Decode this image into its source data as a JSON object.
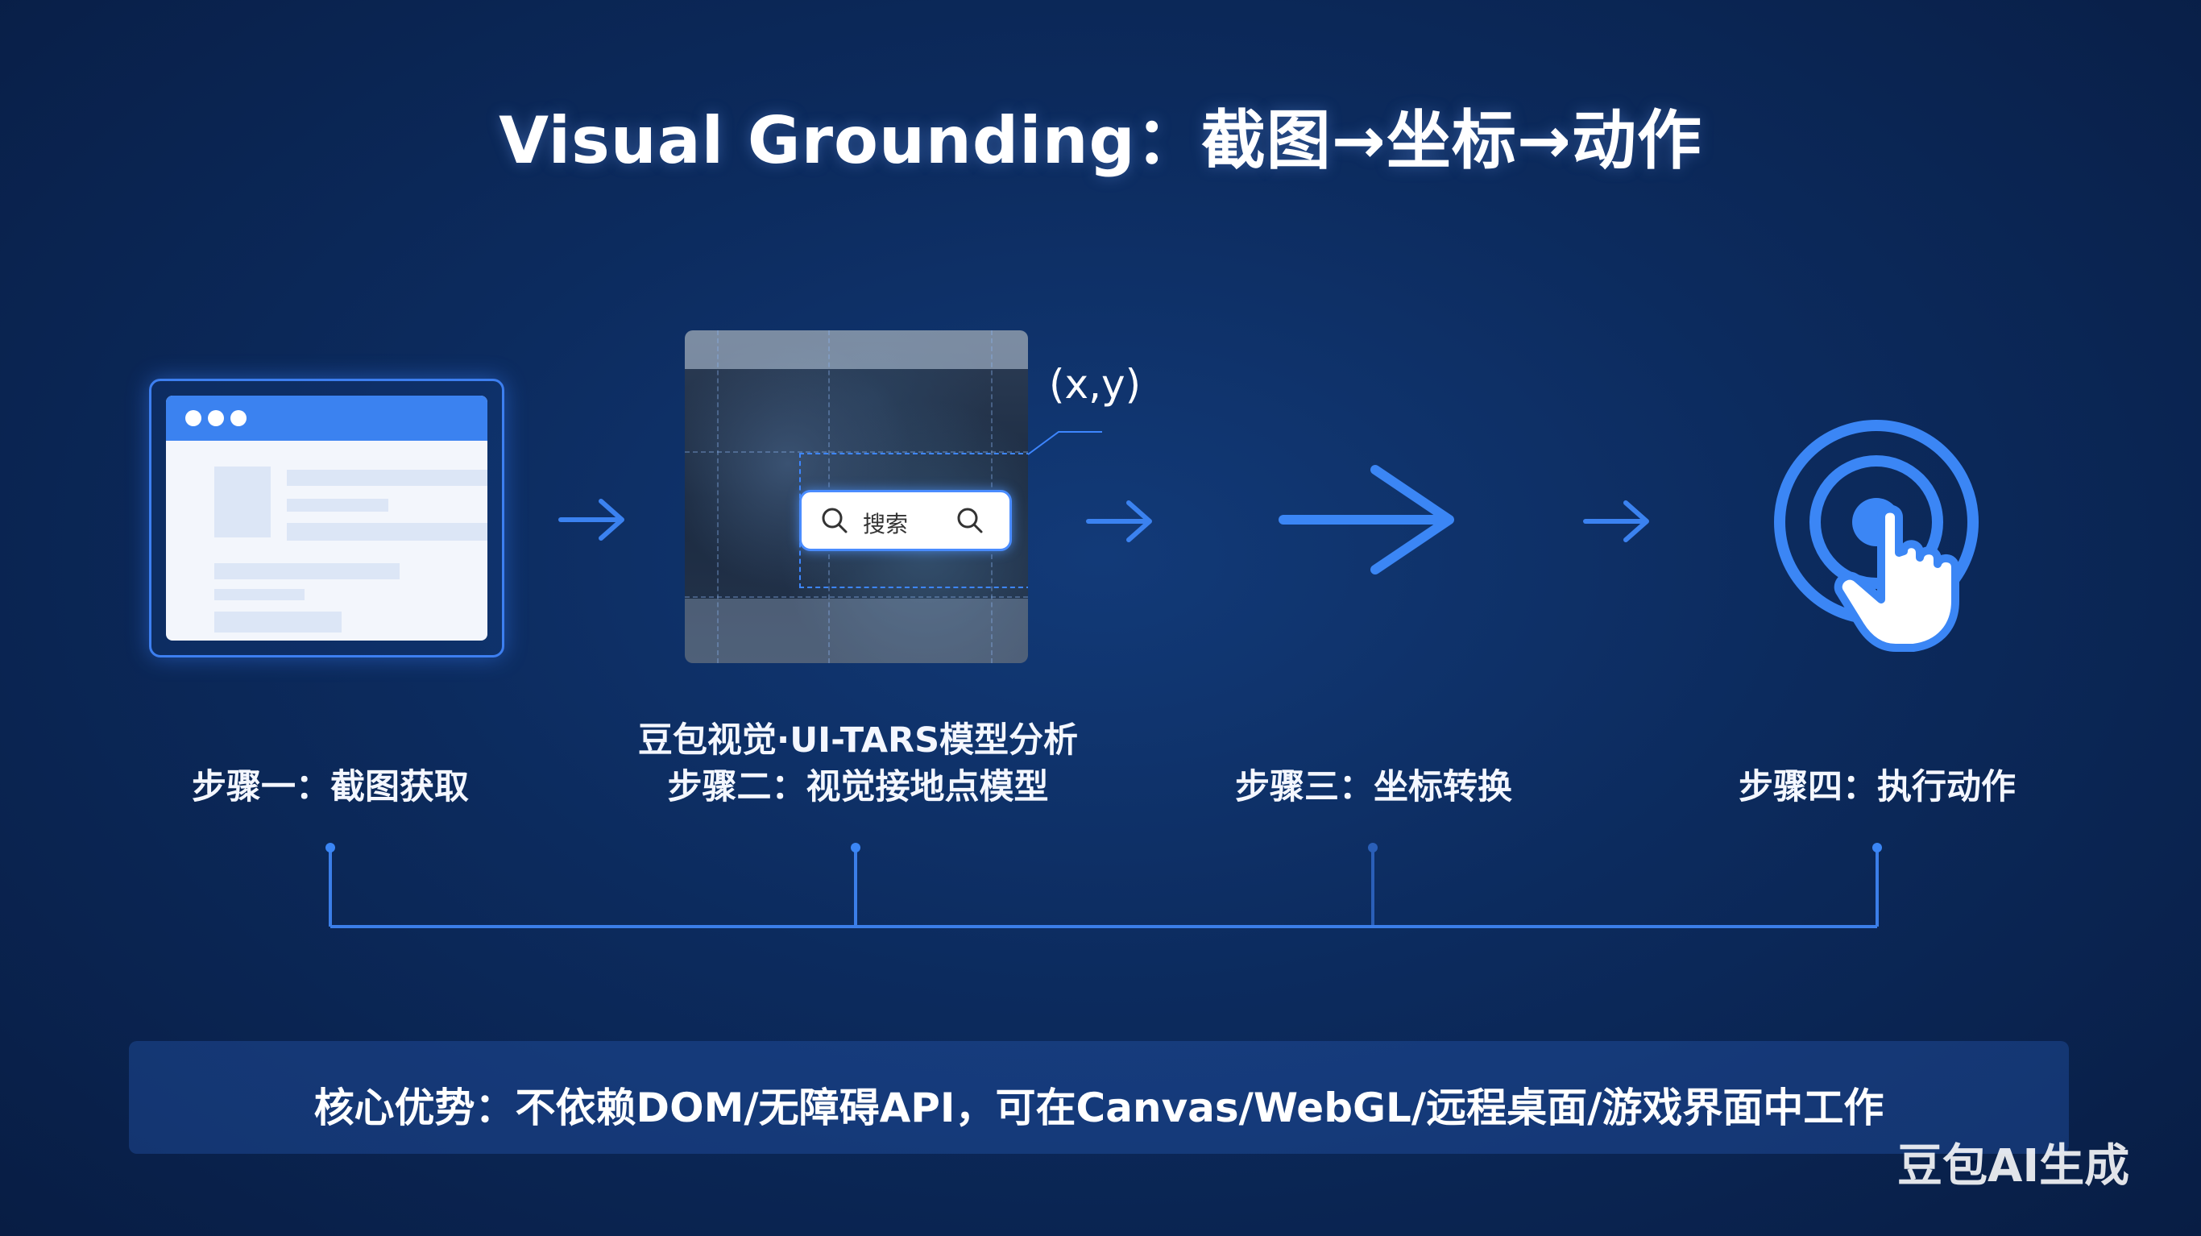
{
  "title": "Visual Grounding：截图→坐标→动作",
  "step2": {
    "search_label": "搜索",
    "coord_label": "(x,y)",
    "caption": "豆包视觉·UI-TARS模型分析"
  },
  "steps": [
    {
      "label": "步骤一：截图获取"
    },
    {
      "label": "步骤二：视觉接地点模型"
    },
    {
      "label": "步骤三：坐标转换"
    },
    {
      "label": "步骤四：执行动作"
    }
  ],
  "banner": "核心优势：不依赖DOM/无障碍API，可在Canvas/WebGL/远程桌面/游戏界面中工作",
  "watermark": "豆包AI生成",
  "colors": {
    "background": "#0c2b5e",
    "accent": "#3d86ff",
    "connector": "#3b7ee8"
  },
  "icons": [
    "browser-window-icon",
    "screenshot-grid-icon",
    "search-icon",
    "arrow-right-icon",
    "target-tap-icon"
  ]
}
